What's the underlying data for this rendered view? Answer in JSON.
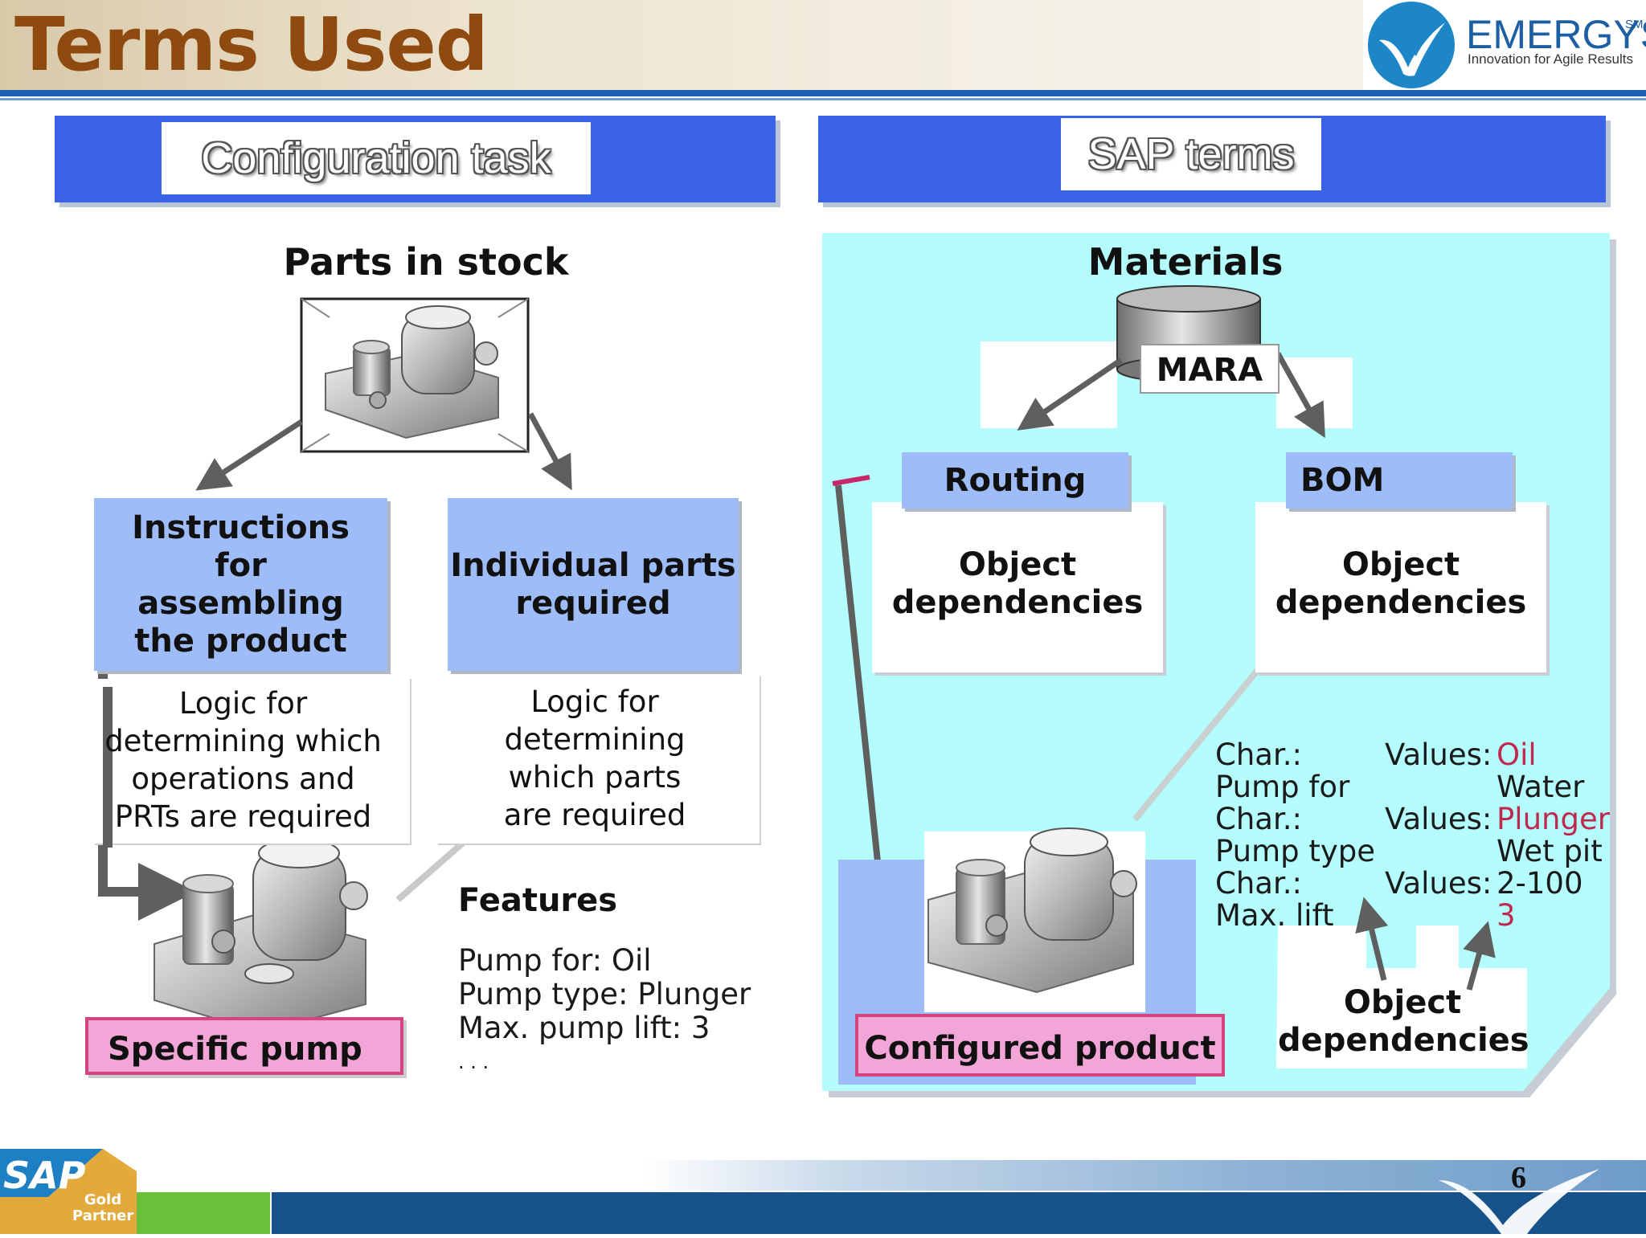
{
  "header": {
    "title": "Terms Used",
    "logo": {
      "name": "EMERGYS",
      "superscript": "SM",
      "tagline": "Innovation for Agile Results"
    }
  },
  "left_panel": {
    "banner": "Configuration task",
    "parts_title": "Parts in stock",
    "instructions_box": "Instructions\nfor\nassembling\nthe product",
    "individual_box": "Individual parts\nrequired",
    "logic_ops": "Logic for\ndetermining which\noperations and\nPRTs are required",
    "logic_parts": "Logic for\ndetermining\nwhich parts\nare required",
    "features_title": "Features",
    "features": [
      "Pump for: Oil",
      "Pump type: Plunger",
      "Max. pump lift: 3",
      ". . ."
    ],
    "specific_pump": "Specific pump"
  },
  "right_panel": {
    "banner": "SAP terms",
    "materials_title": "Materials",
    "mara": "MARA",
    "routing": "Routing",
    "bom": "BOM",
    "routing_deps": "Object\ndependencies",
    "bom_deps": "Object\ndependencies",
    "chars": [
      {
        "label": "Char.:",
        "name": "Pump for",
        "values_label": "Values:",
        "values": [
          "Oil",
          "Water"
        ]
      },
      {
        "label": "Char.:",
        "name": "Pump type",
        "values_label": "Values:",
        "values": [
          "Plunger",
          "Wet pit"
        ]
      },
      {
        "label": "Char.:",
        "name": "Max. lift",
        "values_label": "Values:",
        "values": [
          "2-100",
          "3"
        ]
      }
    ],
    "bottom_deps": "Object\ndependencies",
    "configured_product": "Configured product"
  },
  "colors": {
    "title_brown": "#8f4a0f",
    "banner_blue": "#3a63e8",
    "box_blue": "#9ebcf8",
    "cyan_panel": "#b5fdfd",
    "pink": "#f2a6d7",
    "value_red": "#c0284e"
  },
  "footer": {
    "sap_logo": "SAP",
    "sap_badge": "Gold Partner",
    "page_number": "6"
  }
}
